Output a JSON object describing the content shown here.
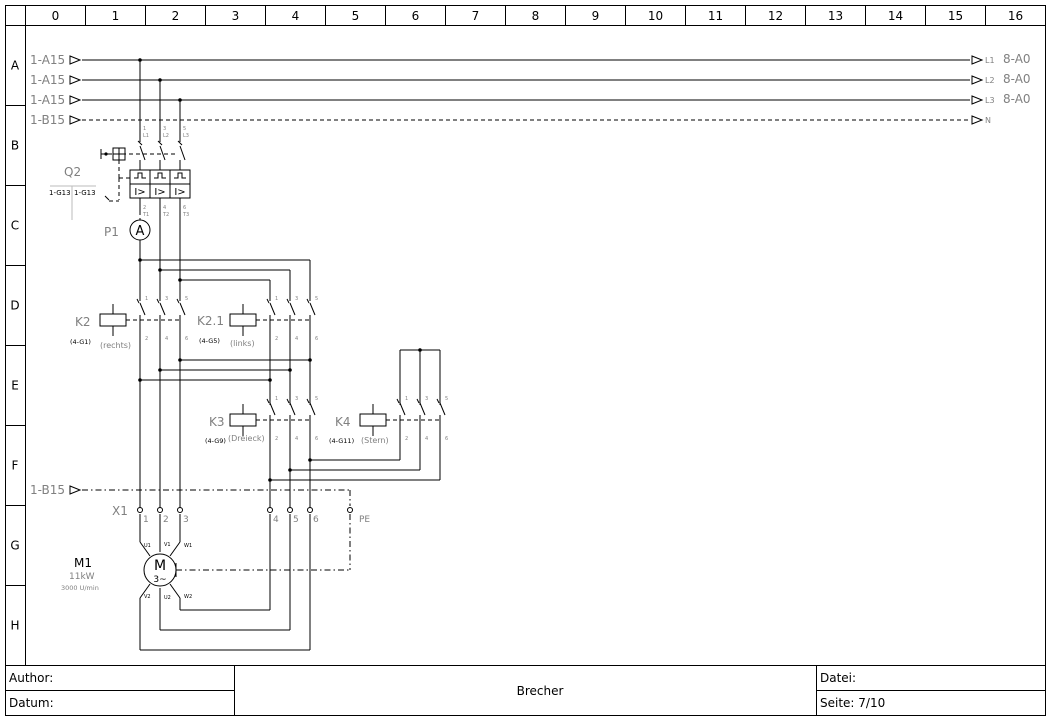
{
  "grid": {
    "columns": [
      "0",
      "1",
      "2",
      "3",
      "4",
      "5",
      "6",
      "7",
      "8",
      "9",
      "10",
      "11",
      "12",
      "13",
      "14",
      "15",
      "16"
    ],
    "rows": [
      "A",
      "B",
      "C",
      "D",
      "E",
      "F",
      "G",
      "H"
    ]
  },
  "sources": [
    {
      "ref": "1-A15"
    },
    {
      "ref": "1-A15"
    },
    {
      "ref": "1-A15"
    },
    {
      "ref": "1-B15"
    }
  ],
  "targets": [
    {
      "line": "L1",
      "ref": "8-A0"
    },
    {
      "line": "L2",
      "ref": "8-A0"
    },
    {
      "line": "L3",
      "ref": "8-A0"
    },
    {
      "line": "N",
      "ref": ""
    }
  ],
  "pe_source": {
    "ref": "1-B15"
  },
  "q2": {
    "name": "Q2",
    "ref_left": "1-G13",
    "ref_right": "1-G13",
    "trip_symbol": "I>",
    "top_pins": [
      {
        "num": "1",
        "line": "L1"
      },
      {
        "num": "3",
        "line": "L2"
      },
      {
        "num": "5",
        "line": "L3"
      }
    ],
    "bottom_pins": [
      {
        "num": "2",
        "line": "T1"
      },
      {
        "num": "4",
        "line": "T2"
      },
      {
        "num": "6",
        "line": "T3"
      }
    ]
  },
  "p1": {
    "name": "P1",
    "symbol": "A"
  },
  "contactors": [
    {
      "name": "K2",
      "ref": "(4-G1)",
      "desc": "(rechts)",
      "pins_top": [
        "1",
        "3",
        "5"
      ],
      "pins_bottom": [
        "2",
        "4",
        "6"
      ]
    },
    {
      "name": "K2.1",
      "ref": "(4-G5)",
      "desc": "(links)",
      "pins_top": [
        "1",
        "3",
        "5"
      ],
      "pins_bottom": [
        "2",
        "4",
        "6"
      ]
    },
    {
      "name": "K3",
      "ref": "(4-G9)",
      "desc": "(Dreieck)",
      "pins_top": [
        "1",
        "3",
        "5"
      ],
      "pins_bottom": [
        "2",
        "4",
        "6"
      ]
    },
    {
      "name": "K4",
      "ref": "(4-G11)",
      "desc": "(Stern)",
      "pins_top": [
        "1",
        "3",
        "5"
      ],
      "pins_bottom": [
        "2",
        "4",
        "6"
      ]
    }
  ],
  "x1": {
    "name": "X1",
    "terminals": [
      "1",
      "2",
      "3",
      "4",
      "5",
      "6",
      "PE"
    ]
  },
  "m1": {
    "name": "M1",
    "power": "11kW",
    "speed": "3000 U/min",
    "symbol_m": "M",
    "symbol_phase": "3~",
    "terminals_top": [
      "U1",
      "V1",
      "W1"
    ],
    "terminals_bottom": [
      "V2",
      "U2",
      "W2"
    ]
  },
  "title_block": {
    "author_label": "Author:",
    "author_value": "",
    "date_label": "Datum:",
    "date_value": "",
    "title": "Brecher",
    "file_label": "Datei:",
    "file_value": "",
    "page_label": "Seite: 7/10"
  }
}
